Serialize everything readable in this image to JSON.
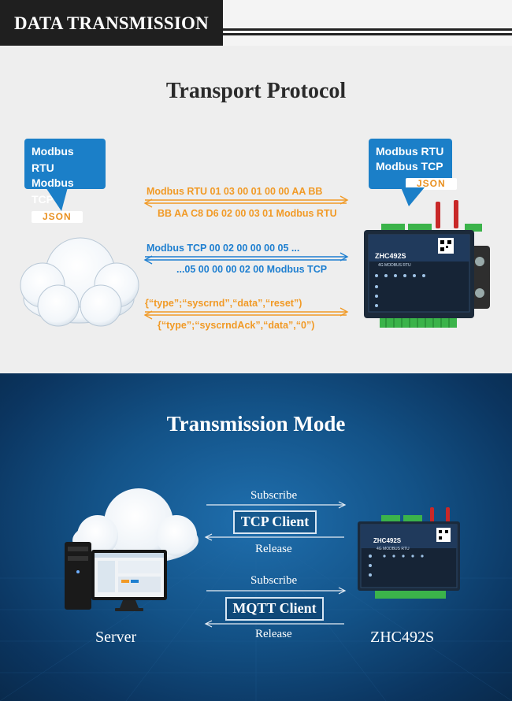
{
  "header": {
    "title": "DATA TRANSMISSION"
  },
  "protocol": {
    "title": "Transport Protocol",
    "left_bubble": {
      "line1": "Modbus RTU",
      "line2": "Modbus TCP",
      "tag": "JSON"
    },
    "right_bubble": {
      "line1": "Modbus RTU",
      "line2": "Modbus TCP",
      "tag": "JSON"
    },
    "messages": [
      "Modbus RTU 01 03 00 01 00 00 AA BB",
      "BB AA C8  D6 02 00 03 01 Modbus RTU",
      "Modbus TCP 00 02 00 00 00 05 ...",
      "...05 00 00 00 02 00 Modbus TCP",
      "{“type”;“syscrnd”,“data”,“reset”)",
      "{“type”;“syscrndAck”,“data”,“0”)"
    ],
    "device_label": "ZHC492S",
    "device_sub": "4G MODBUS RTU"
  },
  "mode": {
    "title": "Transmission Mode",
    "subscribe1": "Subscribe",
    "client1": "TCP Client",
    "release1": "Release",
    "subscribe2": "Subscribe",
    "client2": "MQTT Client",
    "release2": "Release",
    "server_label": "Server",
    "device_caption": "ZHC492S",
    "device_label": "ZHC492S",
    "device_sub": "4G MODBUS RTU"
  },
  "colors": {
    "accent_blue": "#1b7fc8",
    "accent_orange": "#f19a26",
    "dark_header": "#1f1f1f"
  }
}
